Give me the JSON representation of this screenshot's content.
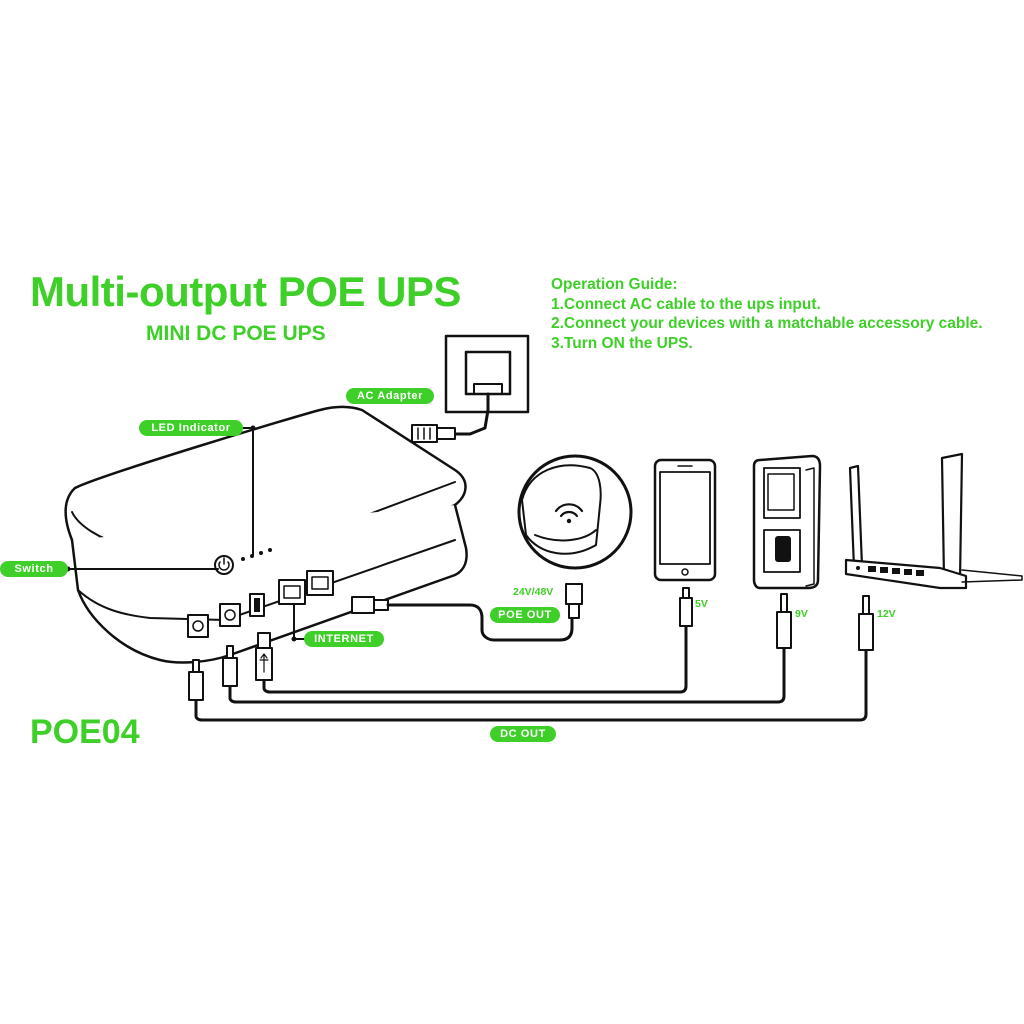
{
  "title": "Multi-output POE UPS",
  "subtitle": "MINI DC POE UPS",
  "model": "POE04",
  "guide": {
    "heading": "Operation Guide:",
    "steps": [
      "1.Connect AC cable to the ups input.",
      "2.Connect your devices with a matchable accessory cable.",
      "3.Turn ON the UPS."
    ]
  },
  "labels": {
    "ac_adapter": "AC Adapter",
    "led_indicator": "LED Indicator",
    "switch": "Switch",
    "internet": "INTERNET",
    "poe_out": "POE OUT",
    "dc_out": "DC OUT",
    "poe_voltage": "24V/48V",
    "v5": "5V",
    "v9": "9V",
    "v12": "12V"
  },
  "colors": {
    "accent": "#3ecf28",
    "line": "#111111"
  }
}
